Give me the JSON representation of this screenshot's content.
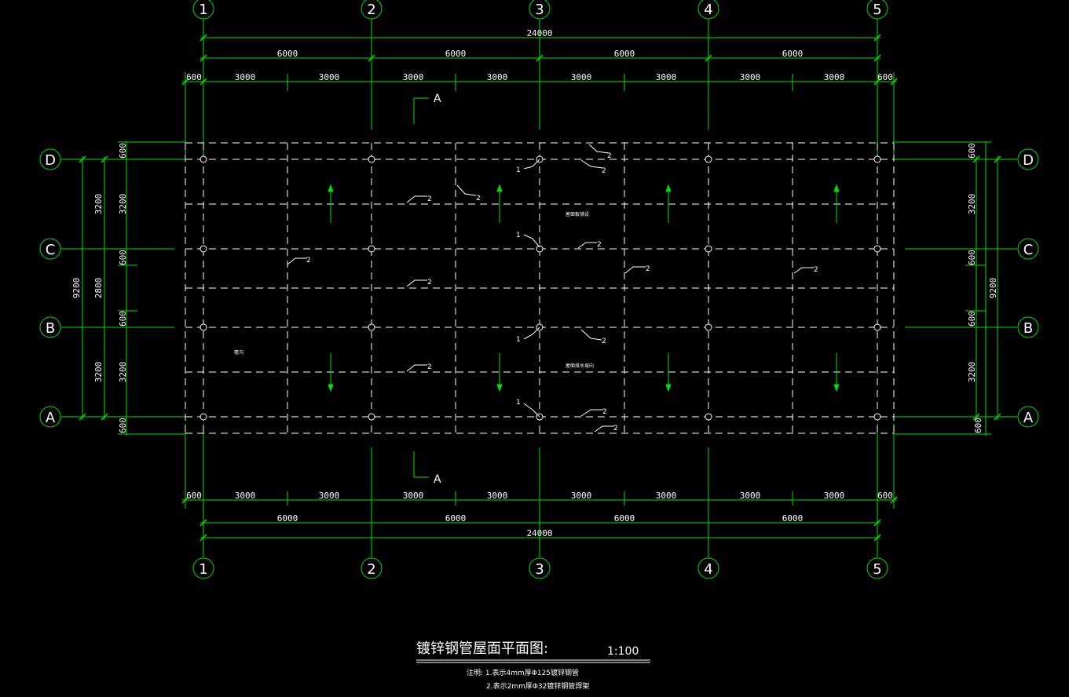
{
  "grid": {
    "columns": [
      "1",
      "2",
      "3",
      "4",
      "5"
    ],
    "rows": [
      "D",
      "C",
      "B",
      "A"
    ]
  },
  "dimensions": {
    "overall_length": "24000",
    "bay": "6000",
    "half_bay": "3000",
    "overhang": "600",
    "overall_width": "9200",
    "row_bay_large": "3200",
    "row_bay_mid": "2800"
  },
  "section_mark": "A",
  "labels": {
    "tag1": "1",
    "tag2": "2",
    "gutter_label": "檐沟",
    "roof_label_top": "屋面板铺设",
    "roof_label_bottom": "屋面排水坡向"
  },
  "title_block": {
    "title": "镀锌钢管屋面平面图:",
    "scale": "1:100",
    "note1": "注明: 1.表示4mm厚Φ125镀锌钢管",
    "note2": "2.表示2mm厚Φ32镀锌钢管焊架"
  },
  "colors": {
    "background": "#000000",
    "dimension_lines": "#00e000",
    "drawing_lines": "#ffffff"
  }
}
